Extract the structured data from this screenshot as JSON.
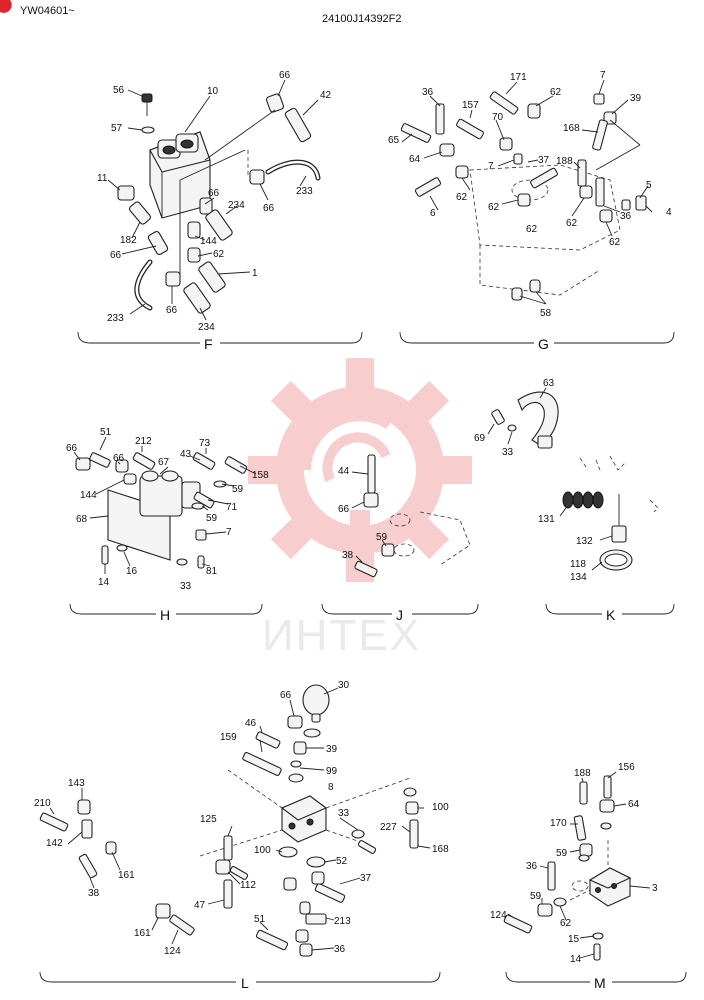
{
  "header": {
    "serial_range": "YW04601~",
    "drawing_number": "24100J14392F2"
  },
  "watermark": {
    "text": "ИНТЕХ",
    "color": "#f4a6a6"
  },
  "sections": [
    {
      "letter": "F",
      "part_numbers": [
        "56",
        "57",
        "10",
        "66",
        "42",
        "11",
        "66",
        "182",
        "66",
        "144",
        "62",
        "234",
        "233",
        "1",
        "66",
        "233",
        "234",
        "66"
      ]
    },
    {
      "letter": "G",
      "part_numbers": [
        "36",
        "171",
        "62",
        "7",
        "39",
        "65",
        "157",
        "70",
        "168",
        "64",
        "7",
        "37",
        "188",
        "5",
        "62",
        "62",
        "4",
        "6",
        "62",
        "36",
        "62",
        "62",
        "58"
      ]
    },
    {
      "letter": "H",
      "part_numbers": [
        "51",
        "212",
        "66",
        "66",
        "144",
        "67",
        "43",
        "73",
        "158",
        "59",
        "59",
        "71",
        "68",
        "7",
        "14",
        "16",
        "81",
        "33"
      ]
    },
    {
      "letter": "J",
      "part_numbers": [
        "44",
        "66",
        "59",
        "38"
      ]
    },
    {
      "letter": "K",
      "part_numbers": [
        "63",
        "69",
        "33",
        "131",
        "132",
        "118",
        "134"
      ]
    },
    {
      "letter": "L",
      "part_numbers": [
        "30",
        "66",
        "46",
        "39",
        "159",
        "99",
        "8",
        "100",
        "143",
        "210",
        "142",
        "33",
        "227",
        "125",
        "100",
        "168",
        "52",
        "161",
        "38",
        "112",
        "37",
        "47",
        "213",
        "161",
        "124",
        "51",
        "36"
      ]
    },
    {
      "letter": "M",
      "part_numbers": [
        "188",
        "156",
        "64",
        "170",
        "59",
        "36",
        "3",
        "59",
        "124",
        "62",
        "15",
        "14"
      ]
    }
  ]
}
